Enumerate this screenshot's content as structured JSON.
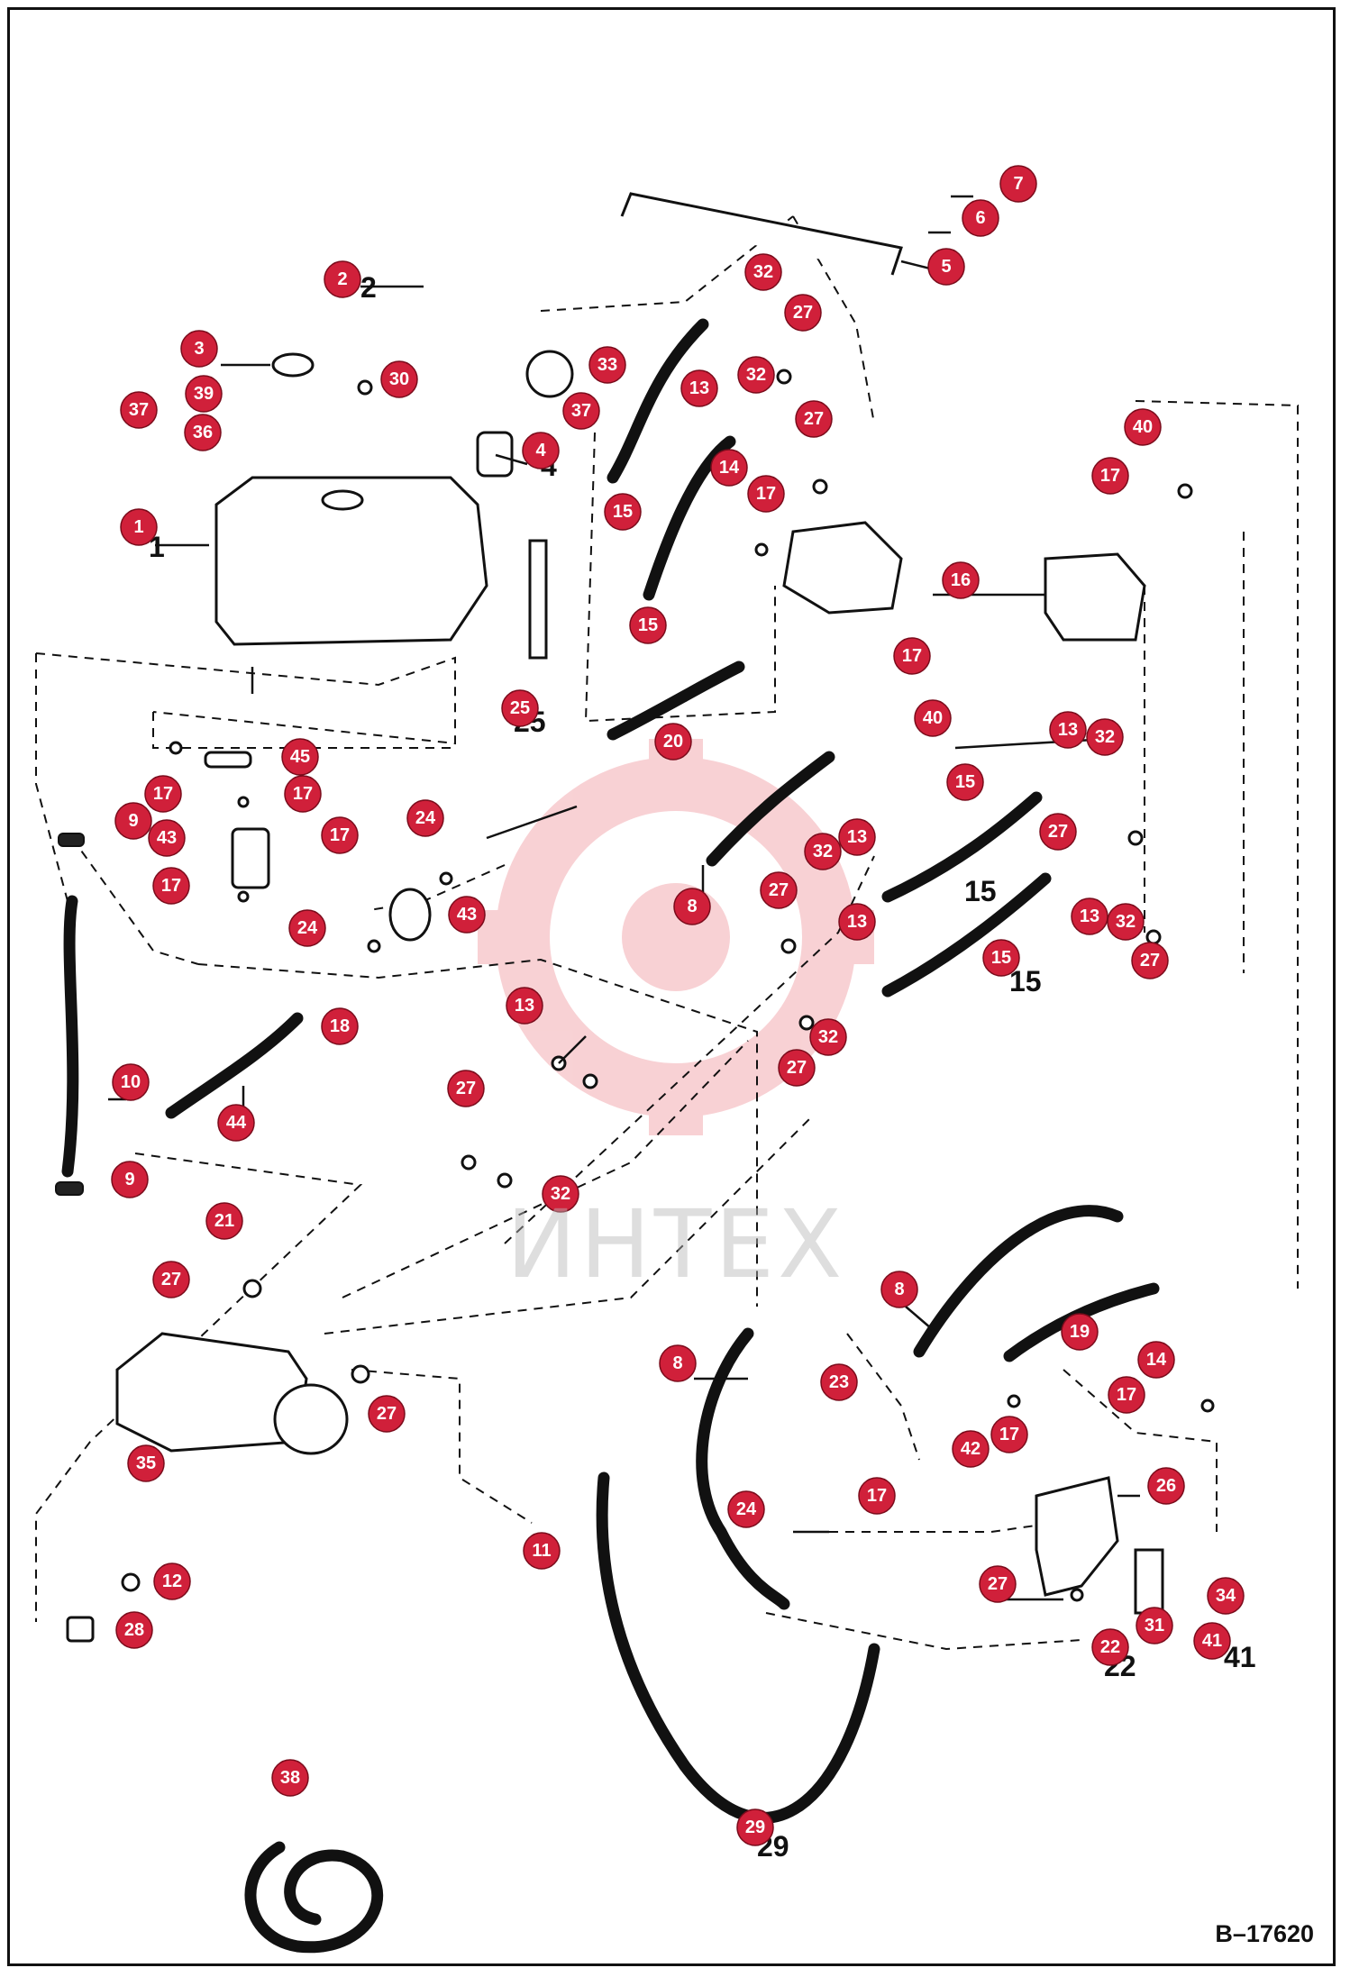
{
  "figure": {
    "id": "B–17620",
    "watermark": "ИНТЕХ"
  },
  "colors": {
    "callout_fill": "#d0203a",
    "line": "#111111",
    "watermark": "#e87a84"
  },
  "callouts": [
    {
      "label": "1"
    },
    {
      "label": "2"
    },
    {
      "label": "3"
    },
    {
      "label": "4"
    },
    {
      "label": "5"
    },
    {
      "label": "6"
    },
    {
      "label": "7"
    },
    {
      "label": "8"
    },
    {
      "label": "8"
    },
    {
      "label": "8"
    },
    {
      "label": "9"
    },
    {
      "label": "9"
    },
    {
      "label": "10"
    },
    {
      "label": "11"
    },
    {
      "label": "12"
    },
    {
      "label": "13"
    },
    {
      "label": "13"
    },
    {
      "label": "13"
    },
    {
      "label": "13"
    },
    {
      "label": "13"
    },
    {
      "label": "13"
    },
    {
      "label": "14"
    },
    {
      "label": "14"
    },
    {
      "label": "15"
    },
    {
      "label": "15"
    },
    {
      "label": "15"
    },
    {
      "label": "15"
    },
    {
      "label": "16"
    },
    {
      "label": "17"
    },
    {
      "label": "17"
    },
    {
      "label": "17"
    },
    {
      "label": "17"
    },
    {
      "label": "17"
    },
    {
      "label": "17"
    },
    {
      "label": "17"
    },
    {
      "label": "17"
    },
    {
      "label": "17"
    },
    {
      "label": "17"
    },
    {
      "label": "18"
    },
    {
      "label": "19"
    },
    {
      "label": "20"
    },
    {
      "label": "21"
    },
    {
      "label": "22"
    },
    {
      "label": "23"
    },
    {
      "label": "24"
    },
    {
      "label": "24"
    },
    {
      "label": "24"
    },
    {
      "label": "25"
    },
    {
      "label": "26"
    },
    {
      "label": "27"
    },
    {
      "label": "27"
    },
    {
      "label": "27"
    },
    {
      "label": "27"
    },
    {
      "label": "27"
    },
    {
      "label": "27"
    },
    {
      "label": "27"
    },
    {
      "label": "27"
    },
    {
      "label": "27"
    },
    {
      "label": "27"
    },
    {
      "label": "28"
    },
    {
      "label": "29"
    },
    {
      "label": "30"
    },
    {
      "label": "31"
    },
    {
      "label": "32"
    },
    {
      "label": "32"
    },
    {
      "label": "32"
    },
    {
      "label": "32"
    },
    {
      "label": "32"
    },
    {
      "label": "32"
    },
    {
      "label": "32"
    },
    {
      "label": "33"
    },
    {
      "label": "34"
    },
    {
      "label": "35"
    },
    {
      "label": "36"
    },
    {
      "label": "37"
    },
    {
      "label": "37"
    },
    {
      "label": "38"
    },
    {
      "label": "39"
    },
    {
      "label": "40"
    },
    {
      "label": "40"
    },
    {
      "label": "41"
    },
    {
      "label": "42"
    },
    {
      "label": "43"
    },
    {
      "label": "43"
    },
    {
      "label": "44"
    },
    {
      "label": "45"
    }
  ]
}
